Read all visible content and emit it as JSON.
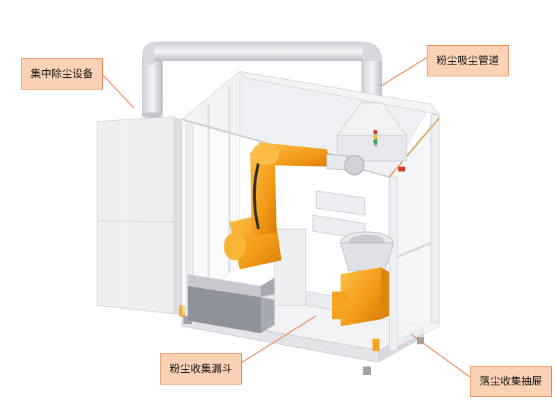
{
  "callouts": {
    "central_dust_removal": "集中除尘设备",
    "dust_suction_duct": "粉尘吸尘管道",
    "dust_collection_funnel": "粉尘收集漏斗",
    "dust_collection_drawer": "落尘收集抽屉"
  },
  "colors": {
    "callout_fill": "#fbd2b6",
    "callout_border": "#e9854f",
    "leader_line": "#e9854f",
    "robot_orange": "#f5a21c",
    "enclosure_frame": "#f1f1f3",
    "glass": "#e6e8ec",
    "accent_red": "#d33b2f"
  }
}
